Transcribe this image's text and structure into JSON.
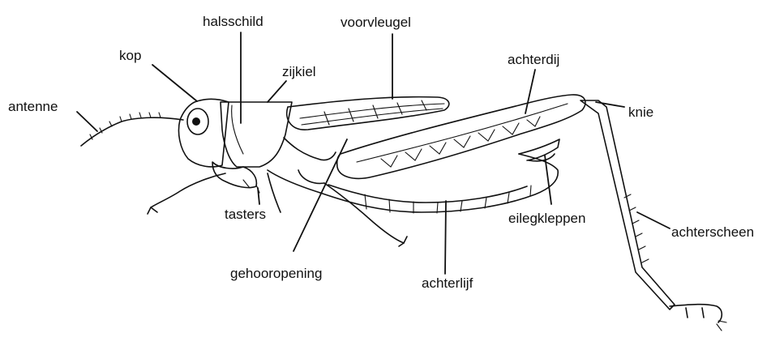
{
  "diagram": {
    "labels": {
      "halsschild": "halsschild",
      "voorvleugel": "voorvleugel",
      "kop": "kop",
      "zijkiel": "zijkiel",
      "achterdij": "achterdij",
      "antenne": "antenne",
      "knie": "knie",
      "eilegkleppen": "eilegkleppen",
      "tasters": "tasters",
      "achterscheen": "achterscheen",
      "gehooropening": "gehooropening",
      "achterlijf": "achterlijf"
    }
  }
}
